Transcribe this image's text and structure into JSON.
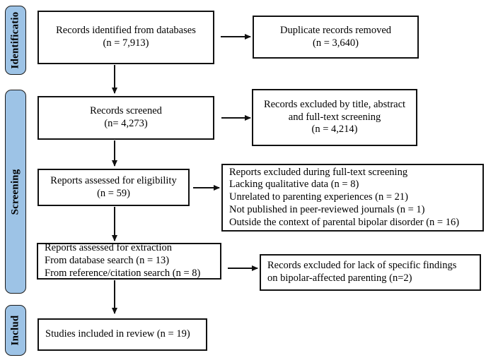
{
  "diagram": {
    "title": "PRISMA flow diagram",
    "accent_color": "#9dc3e6",
    "line_color": "#111111",
    "background": "#ffffff"
  },
  "stages": [
    {
      "id": "identification",
      "label": "Identificatio"
    },
    {
      "id": "screening",
      "label": "Screening"
    },
    {
      "id": "included",
      "label": "Includ"
    }
  ],
  "boxes": {
    "records_identified": {
      "line1": "Records identified from databases",
      "line2": "(n = 7,913)"
    },
    "duplicates_removed": {
      "line1": "Duplicate records removed",
      "line2": "(n = 3,640)"
    },
    "records_screened": {
      "line1": "Records screened",
      "line2": "(n= 4,273)"
    },
    "records_excluded_screening": {
      "line1": "Records excluded by title, abstract",
      "line2": "and full-text screening",
      "line3": "(n = 4,214)"
    },
    "reports_eligibility": {
      "line1": "Reports assessed for eligibility",
      "line2": "(n = 59)"
    },
    "reports_excluded_fulltext": {
      "line1": "Reports excluded during full-text screening",
      "line2": "Lacking qualitative data (n = 8)",
      "line3": "Unrelated to parenting experiences (n = 21)",
      "line4": "Not published in peer-reviewed journals (n = 1)",
      "line5": "Outside the context of parental bipolar disorder (n = 16)"
    },
    "reports_extraction": {
      "line1": "Reports assessed for extraction",
      "line2": "From database search (n = 13)",
      "line3": "From reference/citation search (n = 8)"
    },
    "records_excluded_findings": {
      "line1": "Records excluded for lack of specific findings",
      "line2": "on bipolar-affected parenting (n=2)"
    },
    "studies_included": {
      "line1": "Studies included in review (n = 19)"
    }
  },
  "connectors": [
    {
      "id": "identified-to-duplicates",
      "type": "horizontal-arrow"
    },
    {
      "id": "identified-to-screened",
      "type": "vertical-arrow"
    },
    {
      "id": "screened-to-excluded",
      "type": "horizontal-arrow"
    },
    {
      "id": "screened-to-eligibility",
      "type": "vertical-arrow"
    },
    {
      "id": "eligibility-to-excluded-fulltext",
      "type": "horizontal-arrow"
    },
    {
      "id": "eligibility-to-extraction",
      "type": "vertical-arrow"
    },
    {
      "id": "extraction-to-excluded-findings",
      "type": "horizontal-arrow"
    },
    {
      "id": "extraction-to-included",
      "type": "vertical-arrow"
    }
  ]
}
